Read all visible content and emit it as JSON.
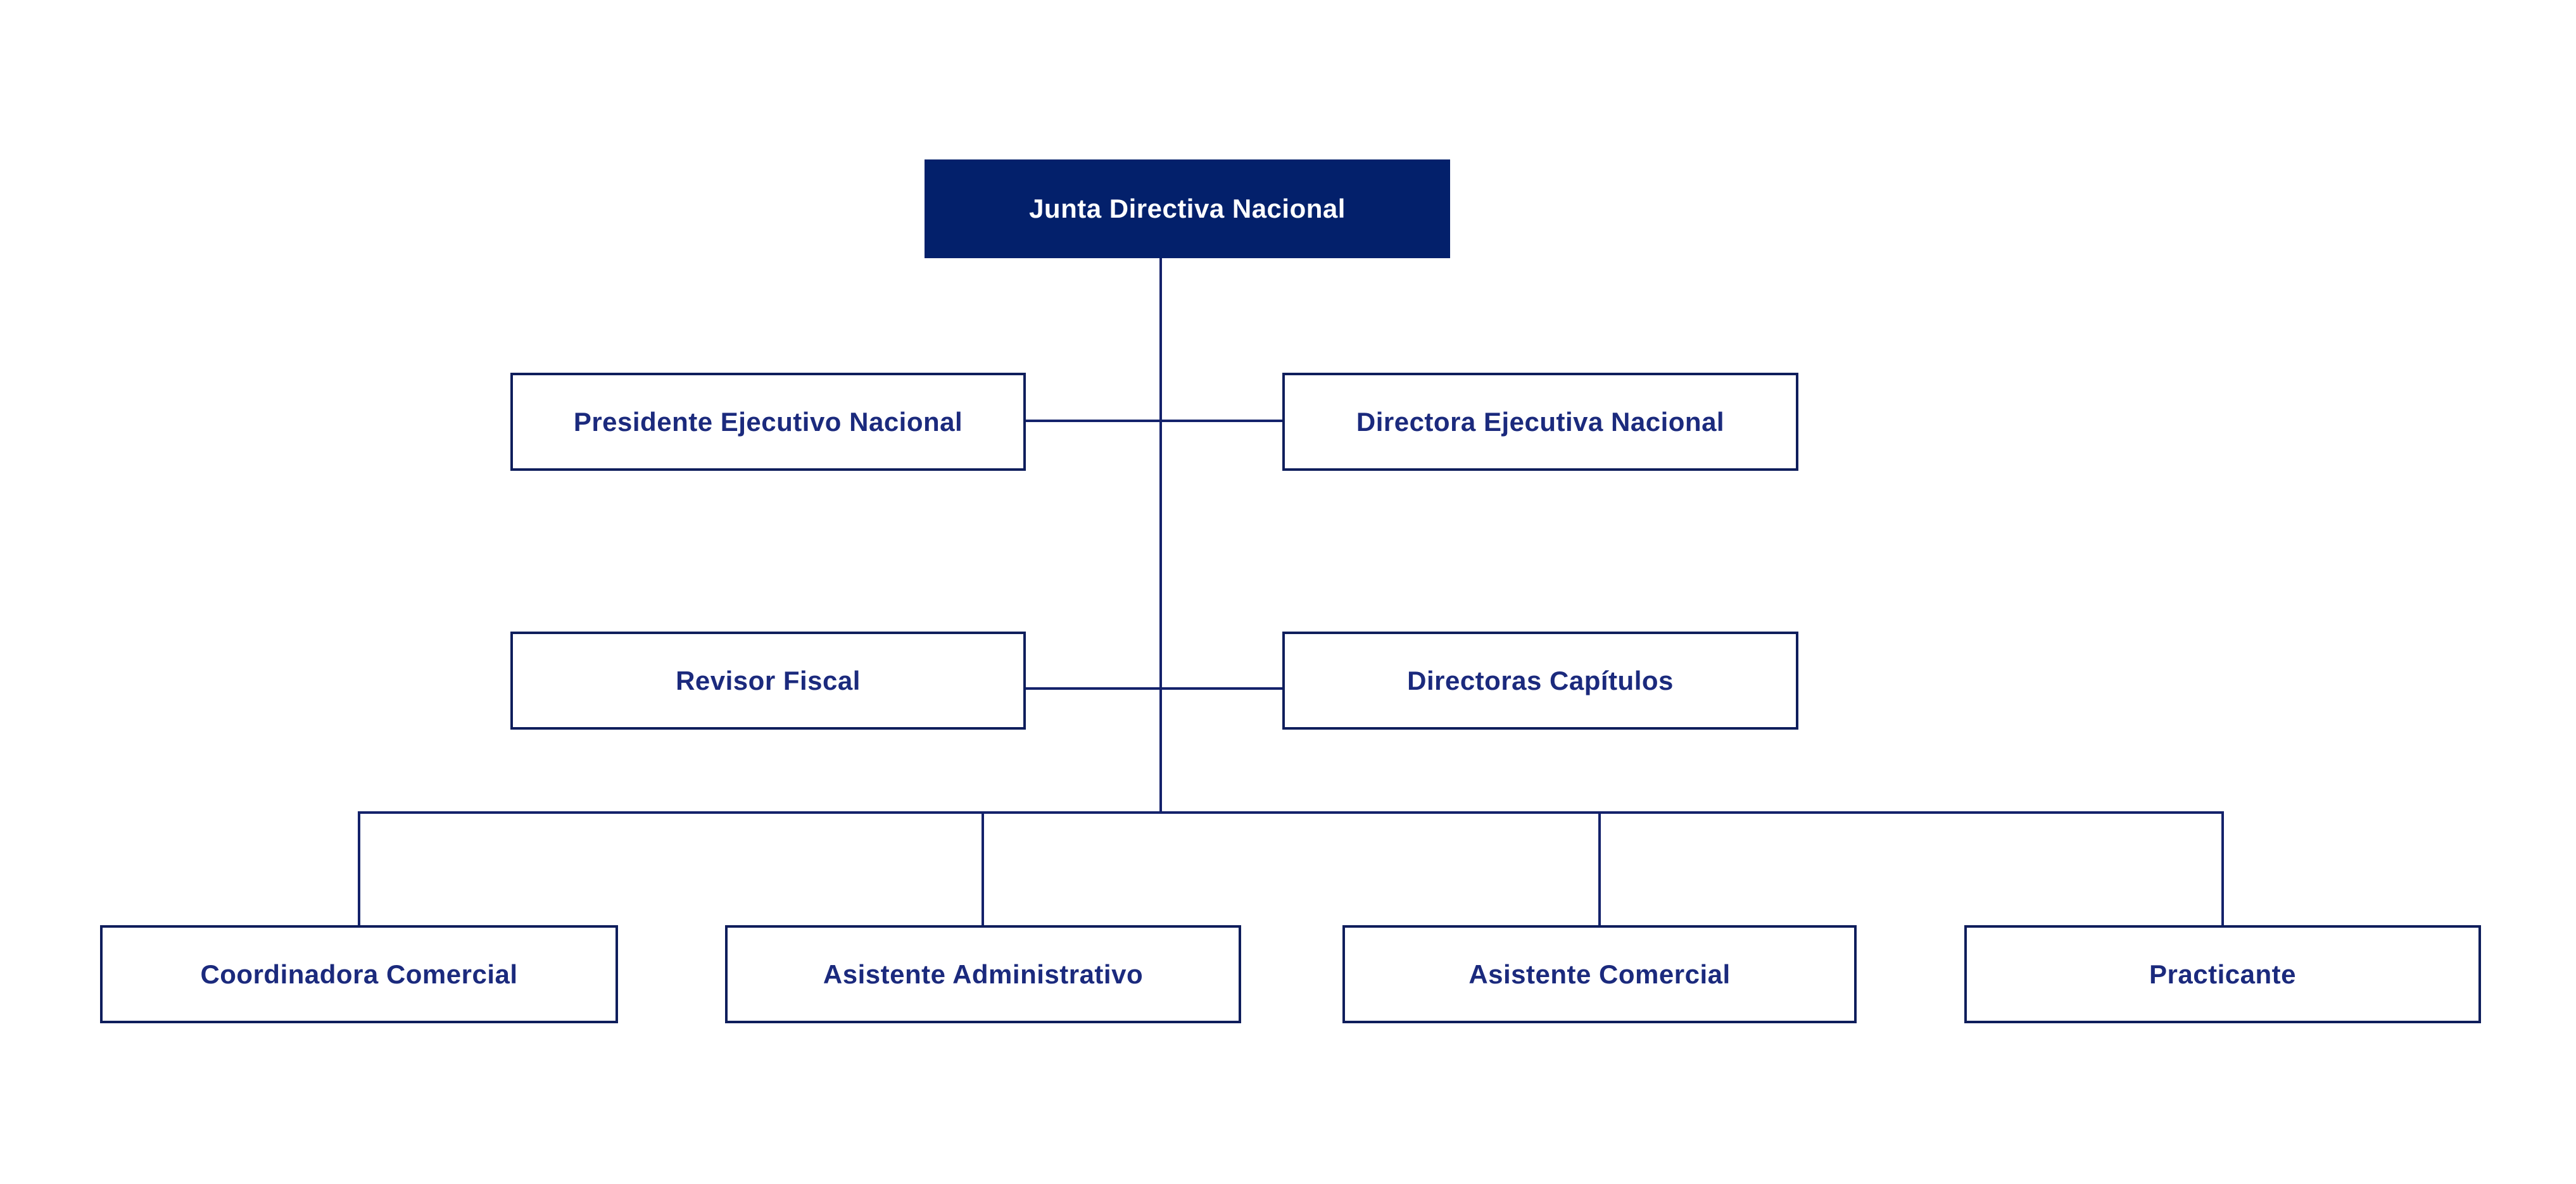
{
  "page": {
    "background_color": "#ffffff",
    "type": "organizational-chart"
  },
  "colors": {
    "root_fill": "#03206B",
    "root_text": "#ffffff",
    "node_border": "#0F1E5C",
    "node_text": "#1B2A7D",
    "connector_line": "#14226B"
  },
  "org_chart": {
    "root": {
      "label": "Junta Directiva Nacional"
    },
    "level2": [
      {
        "label": "Presidente Ejecutivo Nacional"
      },
      {
        "label": "Directora Ejecutiva Nacional"
      }
    ],
    "level3": [
      {
        "label": "Revisor Fiscal"
      },
      {
        "label": "Directoras Capítulos"
      }
    ],
    "level4": [
      {
        "label": "Coordinadora Comercial"
      },
      {
        "label": "Asistente Administrativo"
      },
      {
        "label": "Asistente Comercial"
      },
      {
        "label": "Practicante"
      }
    ]
  }
}
